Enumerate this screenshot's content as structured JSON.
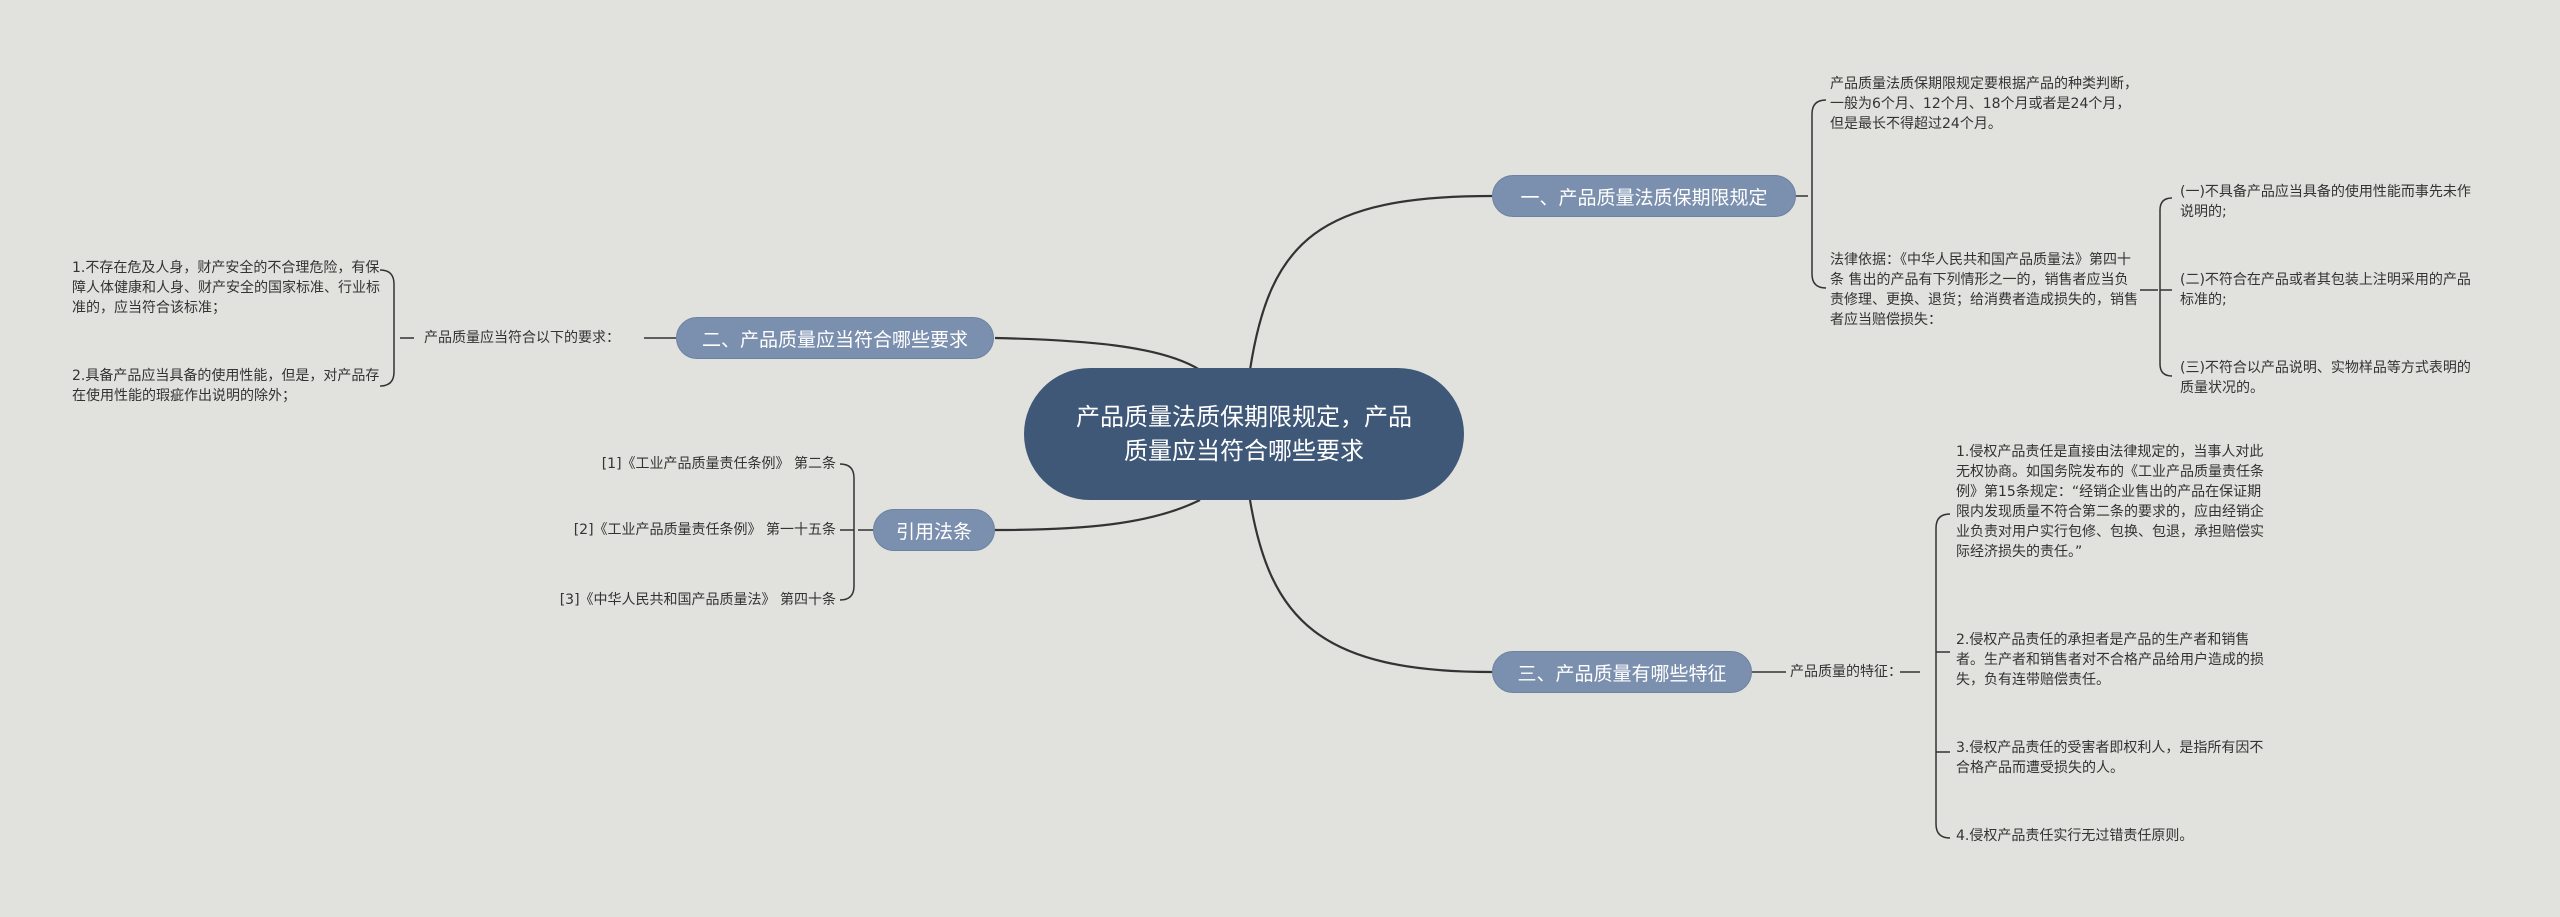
{
  "root": {
    "title": "产品质量法质保期限规定，产品质量应当符合哪些要求"
  },
  "branch1": {
    "title": "一、产品质量法质保期限规定",
    "leaf1": "产品质量法质保期限规定要根据产品的种类判断，一般为6个月、12个月、18个月或者是24个月，但是最长不得超过24个月。",
    "leaf2": "法律依据：《中华人民共和国产品质量法》第四十条 售出的产品有下列情形之一的，销售者应当负责修理、更换、退货；给消费者造成损失的，销售者应当赔偿损失：",
    "sub": [
      "(一)不具备产品应当具备的使用性能而事先未作说明的;",
      "(二)不符合在产品或者其包装上注明采用的产品标准的;",
      "(三)不符合以产品说明、实物样品等方式表明的质量状况的。"
    ]
  },
  "branch2": {
    "title": "二、产品质量应当符合哪些要求",
    "mid": "产品质量应当符合以下的要求：",
    "leaves": [
      "1.不存在危及人身，财产安全的不合理危险，有保障人体健康和人身、财产安全的国家标准、行业标准的，应当符合该标准；",
      "2.具备产品应当具备的使用性能，但是，对产品存在使用性能的瑕疵作出说明的除外；"
    ]
  },
  "branch3": {
    "title": "三、产品质量有哪些特征",
    "mid": "产品质量的特征：",
    "leaves": [
      "1.侵权产品责任是直接由法律规定的，当事人对此无权协商。如国务院发布的《工业产品质量责任条例》第15条规定：“经销企业售出的产品在保证期限内发现质量不符合第二条的要求的，应由经销企业负责对用户实行包修、包换、包退，承担赔偿实际经济损失的责任。”",
      "2.侵权产品责任的承担者是产品的生产者和销售者。生产者和销售者对不合格产品给用户造成的损失，负有连带赔偿责任。",
      "3.侵权产品责任的受害者即权利人，是指所有因不合格产品而遭受损失的人。",
      "4.侵权产品责任实行无过错责任原则。"
    ]
  },
  "branch4": {
    "title": "引用法条",
    "leaves": [
      "[1]《工业产品质量责任条例》 第二条",
      "[2]《工业产品质量责任条例》 第一十五条",
      "[3]《中华人民共和国产品质量法》 第四十条"
    ]
  },
  "colors": {
    "root": "#3f5878",
    "topic": "#7b8fae",
    "background": "#e1e1de",
    "line": "#333333"
  }
}
